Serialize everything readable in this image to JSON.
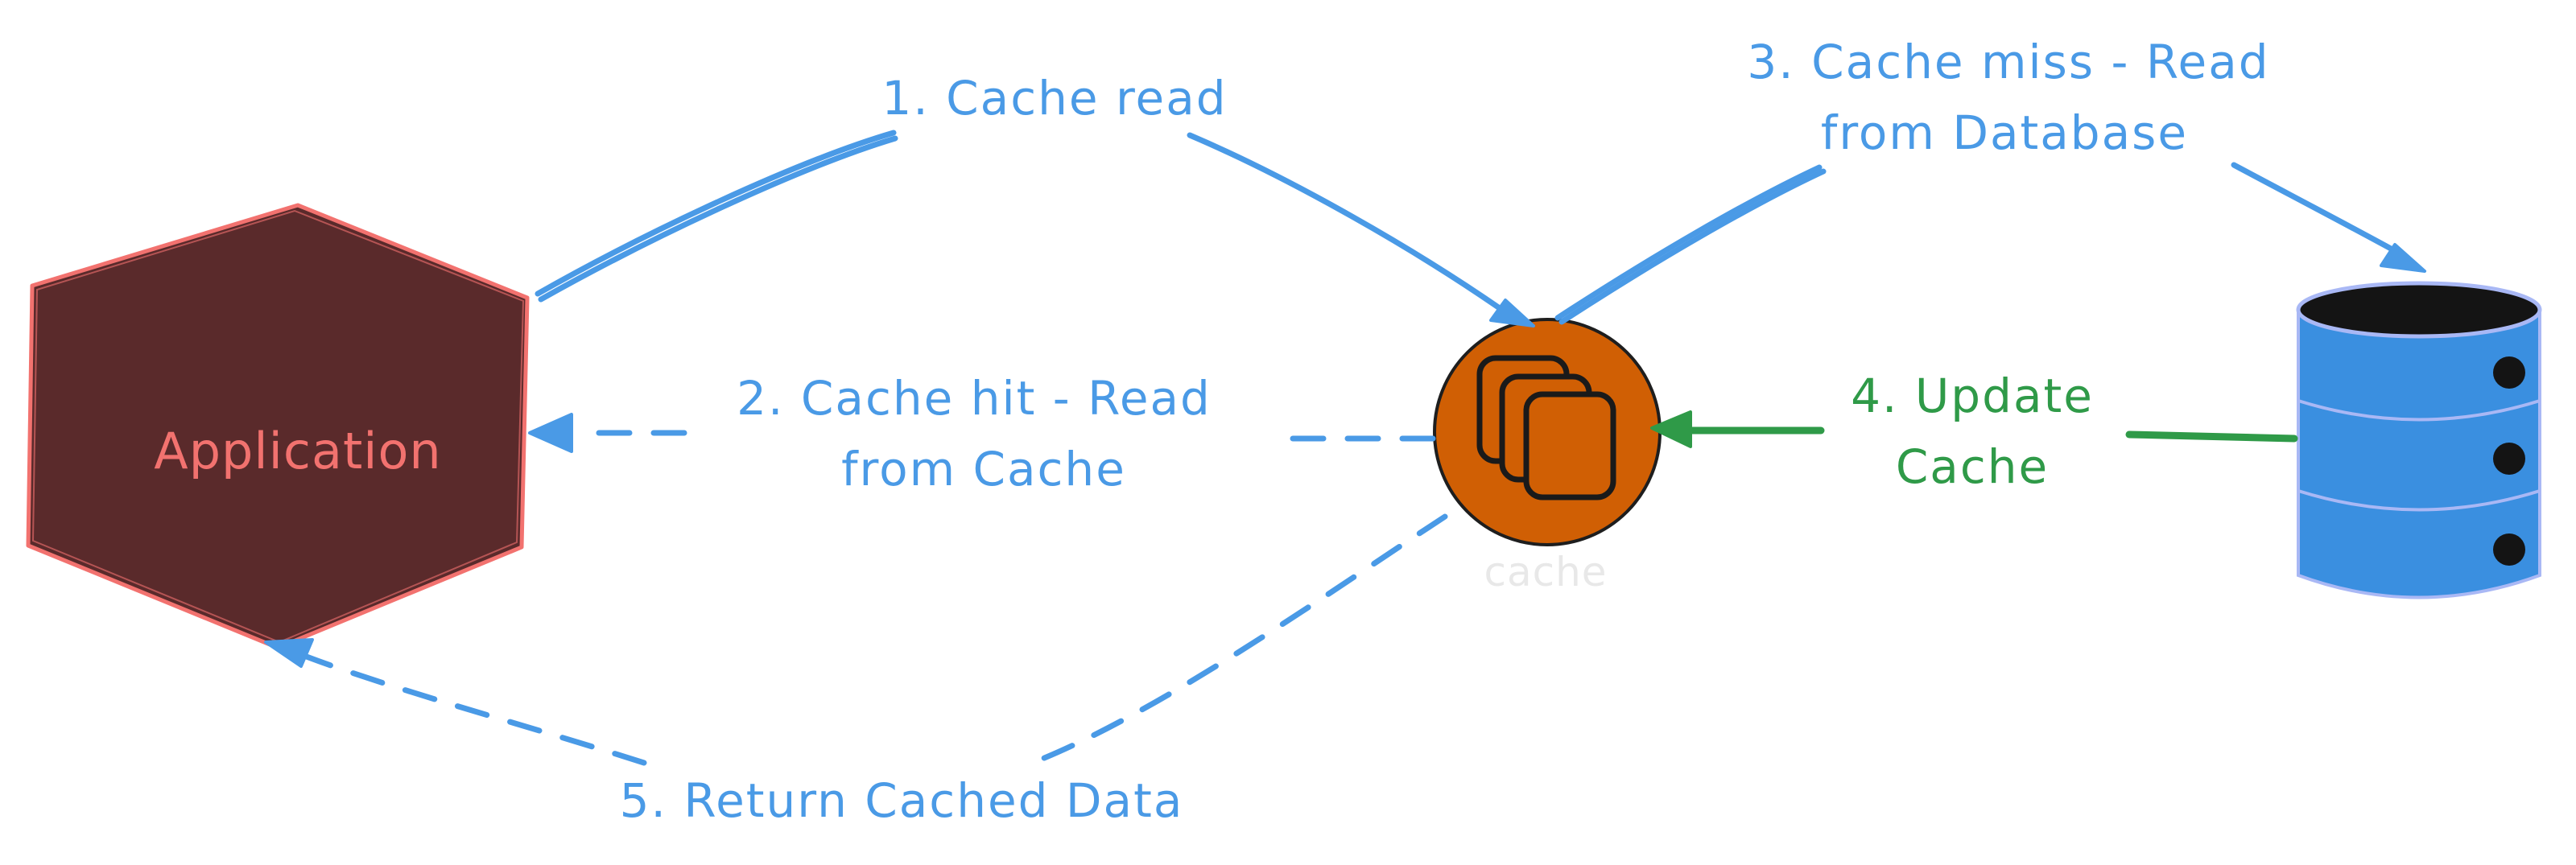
{
  "diagram": {
    "nodes": {
      "application": {
        "label": "Application",
        "fill": "#5a2a2b",
        "stroke": "#f2726f"
      },
      "cache": {
        "label": "cache",
        "fill": "#d05f04",
        "stroke": "#1e1e1e"
      },
      "database": {
        "fill": "#3a8fe0",
        "stroke": "#a9b8f5",
        "top": "#141414"
      }
    },
    "edges": {
      "cache_read": {
        "line1": "1. Cache read"
      },
      "cache_hit": {
        "line1": "2. Cache hit - Read",
        "line2": "from Cache"
      },
      "cache_miss": {
        "line1": "3. Cache miss - Read",
        "line2": "from Database"
      },
      "update_cache": {
        "line1": "4. Update",
        "line2": "Cache"
      },
      "return_cached": {
        "line1": "5. Return Cached Data"
      }
    },
    "colors": {
      "flow": "#4a9ae6",
      "update": "#2f9a48"
    },
    "icons": {
      "cache_node": "stacked-cache-icon",
      "database_node": "database-icon"
    }
  }
}
